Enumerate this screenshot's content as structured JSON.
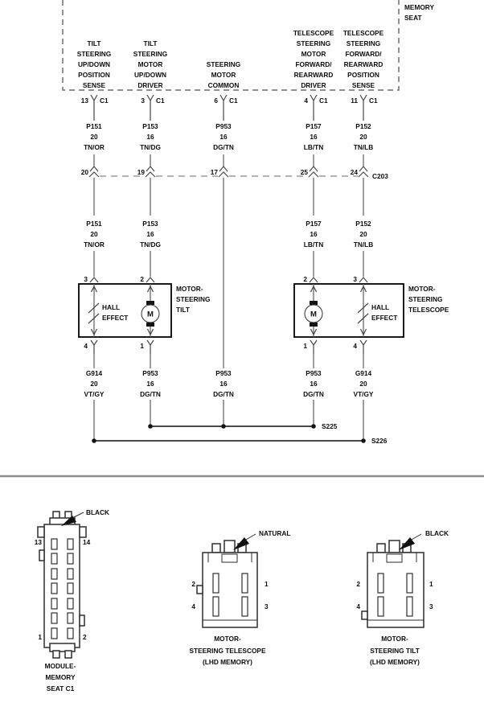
{
  "schematic": {
    "module_label": [
      "MEMORY",
      "SEAT"
    ],
    "c203_label": "C203",
    "s225_label": "S225",
    "s226_label": "S226",
    "columns": [
      {
        "function": [
          "TILT",
          "STEERING",
          "UP/DOWN",
          "POSITION",
          "SENSE"
        ],
        "c1_pin": "13",
        "c1_conn": "C1",
        "wire_upper": {
          "circuit": "P151",
          "gauge": "20",
          "color": "TN/OR"
        },
        "c203_pin": "20",
        "wire_mid": {
          "circuit": "P151",
          "gauge": "20",
          "color": "TN/OR"
        },
        "comp_pin_top": "3",
        "comp_pin_bottom": "4",
        "wire_lower": {
          "circuit": "G914",
          "gauge": "20",
          "color": "VT/GY"
        }
      },
      {
        "function": [
          "TILT",
          "STEERING",
          "MOTOR",
          "UP/DOWN",
          "DRIVER"
        ],
        "c1_pin": "3",
        "c1_conn": "C1",
        "wire_upper": {
          "circuit": "P153",
          "gauge": "16",
          "color": "TN/DG"
        },
        "c203_pin": "19",
        "wire_mid": {
          "circuit": "P153",
          "gauge": "16",
          "color": "TN/DG"
        },
        "comp_pin_top": "2",
        "comp_pin_bottom": "1",
        "wire_lower": {
          "circuit": "P953",
          "gauge": "16",
          "color": "DG/TN"
        }
      },
      {
        "function": [
          "STEERING",
          "MOTOR",
          "COMMON"
        ],
        "c1_pin": "6",
        "c1_conn": "C1",
        "wire_upper": {
          "circuit": "P953",
          "gauge": "16",
          "color": "DG/TN"
        },
        "c203_pin": "17",
        "wire_lower": {
          "circuit": "P953",
          "gauge": "16",
          "color": "DG/TN"
        }
      },
      {
        "function": [
          "TELESCOPE",
          "STEERING",
          "MOTOR",
          "FORWARD/",
          "REARWARD",
          "DRIVER"
        ],
        "c1_pin": "4",
        "c1_conn": "C1",
        "wire_upper": {
          "circuit": "P157",
          "gauge": "16",
          "color": "LB/TN"
        },
        "c203_pin": "25",
        "wire_mid": {
          "circuit": "P157",
          "gauge": "16",
          "color": "LB/TN"
        },
        "comp_pin_top": "2",
        "comp_pin_bottom": "1",
        "wire_lower": {
          "circuit": "P953",
          "gauge": "16",
          "color": "DG/TN"
        }
      },
      {
        "function": [
          "TELESCOPE",
          "STEERING",
          "FORWARD/",
          "REARWARD",
          "POSITION",
          "SENSE"
        ],
        "c1_pin": "11",
        "c1_conn": "C1",
        "wire_upper": {
          "circuit": "P152",
          "gauge": "20",
          "color": "TN/LB"
        },
        "c203_pin": "24",
        "wire_mid": {
          "circuit": "P152",
          "gauge": "20",
          "color": "TN/LB"
        },
        "comp_pin_top": "3",
        "comp_pin_bottom": "4",
        "wire_lower": {
          "circuit": "G914",
          "gauge": "20",
          "color": "VT/GY"
        }
      }
    ],
    "components": {
      "tilt": {
        "label": [
          "MOTOR-",
          "STEERING",
          "TILT"
        ],
        "hall": [
          "HALL",
          "EFFECT"
        ],
        "motor_letter": "M"
      },
      "telescope": {
        "label": [
          "MOTOR-",
          "STEERING",
          "TELESCOPE"
        ],
        "hall": [
          "HALL",
          "EFFECT"
        ],
        "motor_letter": "M"
      }
    }
  },
  "connector_views": {
    "module": {
      "color_label": "BLACK",
      "pins": {
        "top_left": "13",
        "top_right": "14",
        "bottom_left": "1",
        "bottom_right": "2"
      },
      "caption": [
        "MODULE-",
        "MEMORY",
        "SEAT C1"
      ]
    },
    "telescope": {
      "color_label": "NATURAL",
      "pins": {
        "left_top": "2",
        "left_bottom": "4",
        "right_top": "1",
        "right_bottom": "3"
      },
      "caption": [
        "MOTOR-",
        "STEERING TELESCOPE",
        "(LHD MEMORY)"
      ]
    },
    "tilt": {
      "color_label": "BLACK",
      "pins": {
        "left_top": "2",
        "left_bottom": "4",
        "right_top": "1",
        "right_bottom": "3"
      },
      "caption": [
        "MOTOR-",
        "STEERING TILT",
        "(LHD MEMORY)"
      ]
    }
  }
}
